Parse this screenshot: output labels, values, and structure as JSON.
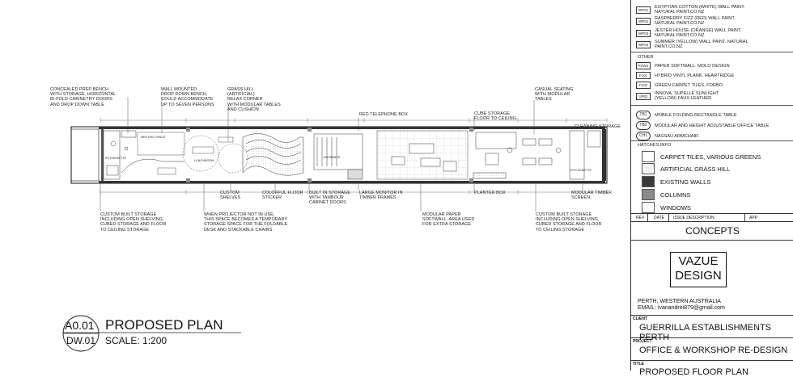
{
  "notes": {
    "concealed_prep": "CONCEALED PREP BENCH\nWITH STORAGE, HORIZONTAL\nBI-FOLD CABINETRY DOORS\nAND DROP DOWN TABLE",
    "wall_mounted": "WALL MOUNTED\nDROP DOWN BENCH,\nCOULD ACCOMMODATE\nUP TO SEVEN PERSONS",
    "grass_hill": "GRASS HILL\n(ARTIFICIAL)\nRELAX CORNER\nWITH MODULAR TABLES\nAND CUSHION",
    "red_telephone": "RED TELEPHONE BOX",
    "cube_storage": "CUBE STORAGE\nFLOOR TO CEILING",
    "casual_seating": "CASUAL SEATING\nWITH MODULAR\nTABLES",
    "cleaning_storage": "CLEANING STORAGE",
    "custom_shelves": "CUSTOM\nSHELVES",
    "colorful_sticker": "COLORFUL FLOOR\nSTICKER",
    "built_in_storage": "BUILT IN STORAGE\nWITH TAMBOUR\nCABINET DOORS",
    "large_monitor": "LARGE MONITOR IN\nTIMBER FRAMES",
    "planter_box": "PLANTER BOX",
    "modular_timber": "MODULAR TIMBER\nSCREEN",
    "custom_built_left": "CUSTOM BUILT STORAGE\nINCLUDING OPEN SHELVING,\nCUBED STORAGE AND FLOOR\nTO CEILING STORAGE",
    "projector": "WHEN PROJECTOR NOT IN USE,\nTHIS SPACE BECOMES A TEMPORARY\nSTORAGE SPACE FOR THE FOLDABLE\nDESK AND STACKABLE CHAIRS",
    "modular_paper": "MODULAR PAPER\nSOFTWALL, AREA USED\nFOR EXTRA STORAGE",
    "custom_built_right": "CUSTOM BUILT STORAGE\nINCLUDING OPEN SHELVING,\nCUBED STORAGE AND FLOOR\nTO CEILING STORAGE"
  },
  "plan_labels": {
    "kitchenette_left": "KITCHENETTE",
    "meeting_space": "MEETING SPACE",
    "lunchroom": "LUNCHROOM",
    "entrance": "ENTRANCE",
    "kitchenette_right": "KITCHENETTE"
  },
  "title": {
    "sheet": "A0.01",
    "dwg": "DW.01",
    "name": "PROPOSED PLAN",
    "scale": "SCALE: 1:200"
  },
  "legend": {
    "paints": [
      {
        "tag": "WP01",
        "text": "EGYPTIAN COTTON (WHITE) WALL PAINT.\nNATURAL PAINT.CO.NZ"
      },
      {
        "tag": "WP02",
        "text": "RASPBERRY FIZZ (RED) WALL PAINT.\nNATURAL PAINT.CO.NZ"
      },
      {
        "tag": "WP03",
        "text": "JESTER HOUSE (ORANGE) WALL PAINT.\nNATURAL PAINT.CO.NZ"
      },
      {
        "tag": "WP04",
        "text": "SUMMER (YELLOW) WALL PAINT. NATURAL\nPAINT.CO.NZ"
      }
    ],
    "other_heading": "OTHER",
    "other": [
      {
        "tag": "PSW1",
        "text": "PAPER SOFTWALL. MOLO DESIGN"
      },
      {
        "tag": "FL01",
        "text": "HYBRID VINYL PLANK. HEARTRIDGE"
      },
      {
        "tag": "FL02",
        "text": "GREEN CARPET TILES. FORBO"
      },
      {
        "tag": "UP01",
        "text": "INNOVA, SUPELLE SUNLIGHT\n(YELLOW) FAUX LEATHER"
      }
    ],
    "furniture": [
      {
        "tag": "TB1",
        "text": "MOBILE FOLDING RECTANGLE TABLE"
      },
      {
        "tag": "TB2",
        "text": "MODULAR AND HEIGHT ADJUSTABLE OFFICE TABLE"
      },
      {
        "tag": "CH1",
        "text": "NASSAU ARMCHAIR"
      }
    ],
    "hatches_heading": "HATCHES INFO",
    "hatches": [
      {
        "text": "CARPET TILES, VARIOUS GREENS",
        "fill": "#ffffff"
      },
      {
        "text": "ARTIFICIAL GRASS HILL",
        "fill": "#f2f2f2"
      },
      {
        "text": "EXISTING WALLS",
        "fill": "#3a3a3a"
      },
      {
        "text": "COLUMNS",
        "fill": "#8a8a8a"
      },
      {
        "text": "WINDOWS",
        "fill": "#ffffff"
      }
    ]
  },
  "revision": {
    "rev": "REV",
    "date": "DATE",
    "desc": "ISSUE DESCRIPTION",
    "app": "APP"
  },
  "block": {
    "concepts": "CONCEPTS",
    "logo_line1": "VAZUE",
    "logo_line2": "DESIGN",
    "location": "PERTH, WESTERN AUSTRALIA",
    "email": "EMAIL: ivanandrei879@gmail.com",
    "client_label": "CLIENT",
    "client": "GUERRILLA ESTABLISHMENTS PERTH",
    "project_label": "PROJECT",
    "project": "OFFICE & WORKSHOP RE-DESIGN",
    "title_label": "TITLE",
    "title_value": "PROPOSED FLOOR PLAN"
  }
}
